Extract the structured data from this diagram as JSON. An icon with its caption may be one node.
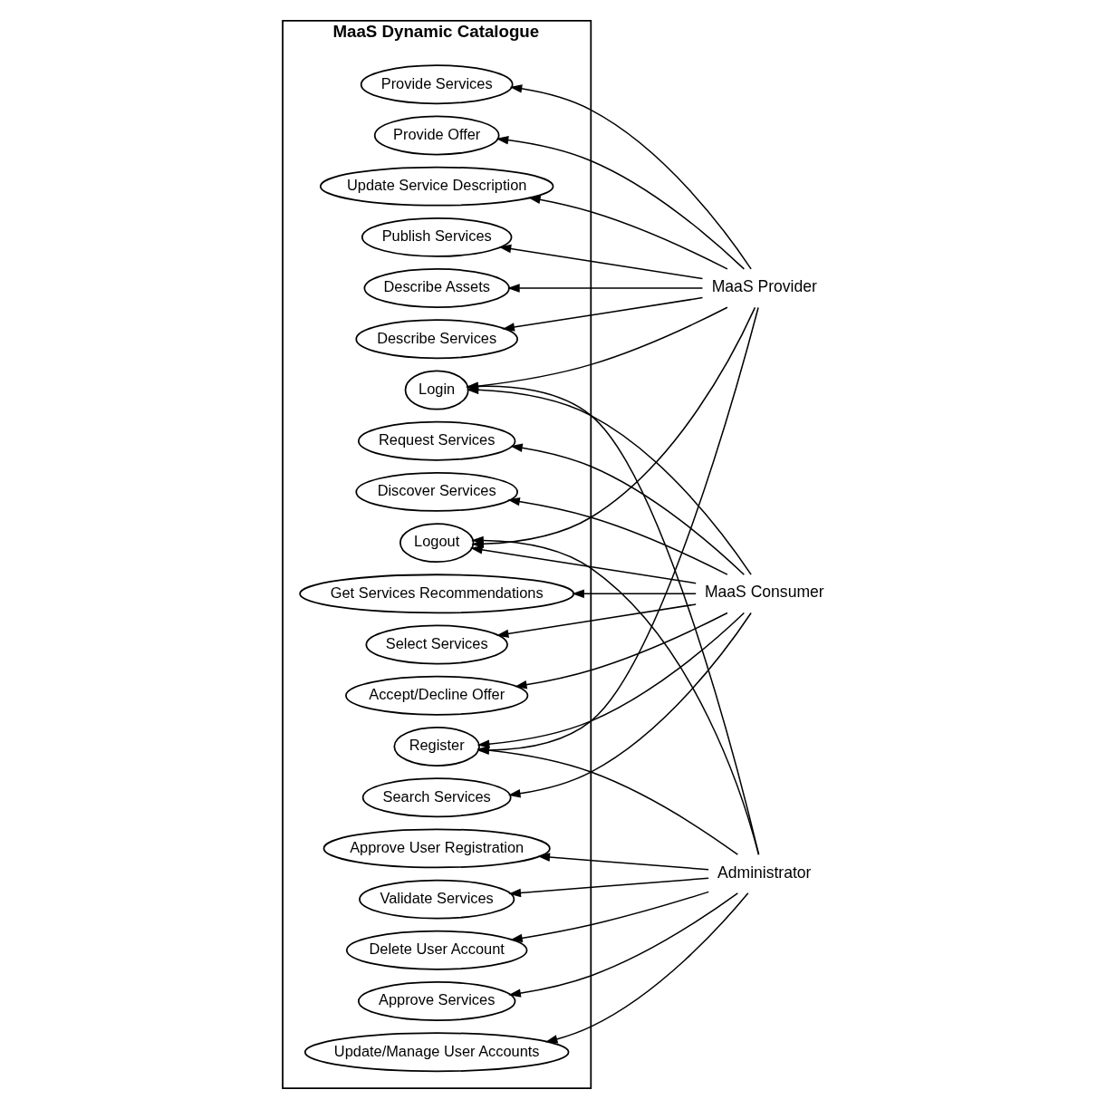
{
  "diagram": {
    "nodes": [
      {
        "text": [
          "MaaS Dynamic Catalogue"
        ]
      },
      {
        "text": [
          "Describe Assets"
        ],
        "in": 0
      },
      {
        "text": [
          "Discover Services"
        ],
        "in": 0
      },
      {
        "text": [
          "Get Services Recommendations"
        ],
        "in": 0
      },
      {
        "text": [
          "Select Services"
        ],
        "in": 0
      },
      {
        "text": [
          "Describe Services"
        ],
        "in": 0
      },
      {
        "text": [
          "Accept/Decline Offer"
        ],
        "in": 0
      },
      {
        "text": [
          "Provide Services"
        ],
        "in": 0
      },
      {
        "text": [
          "Search Services"
        ],
        "in": 0
      },
      {
        "text": [
          "Request Services"
        ],
        "in": 0
      },
      {
        "text": [
          "Provide Offer"
        ],
        "in": 0
      },
      {
        "text": [
          "Update Service Description"
        ],
        "in": 0
      },
      {
        "text": [
          "Login"
        ],
        "in": 0
      },
      {
        "text": [
          "Logout"
        ],
        "in": 0
      },
      {
        "text": [
          "Publish Services"
        ],
        "in": 0
      },
      {
        "text": [
          "Register"
        ],
        "in": 0
      },
      {
        "text": [
          "Approve User Registration"
        ],
        "in": 0
      },
      {
        "text": [
          "Validate Services"
        ],
        "in": 0
      },
      {
        "text": [
          "Delete User Account"
        ],
        "in": 0
      },
      {
        "text": [
          "Approve Services"
        ],
        "in": 0
      },
      {
        "text": [
          "Update/Manage User Accounts"
        ],
        "in": 0
      },
      {
        "text": [
          "MaaS Provider"
        ]
      },
      {
        "text": [
          "MaaS Consumer"
        ]
      },
      {
        "text": [
          "Administrator"
        ]
      }
    ],
    "edges": [
      {
        "from": 21,
        "to": 1,
        "arrow": "to"
      },
      {
        "from": 21,
        "to": 5,
        "arrow": "to"
      },
      {
        "from": 21,
        "to": 7,
        "arrow": "to"
      },
      {
        "from": 21,
        "to": 10,
        "arrow": "to"
      },
      {
        "from": 21,
        "to": 11,
        "arrow": "to"
      },
      {
        "from": 21,
        "to": 12,
        "arrow": "to"
      },
      {
        "from": 21,
        "to": 13,
        "arrow": "to"
      },
      {
        "from": 21,
        "to": 15,
        "arrow": "to"
      },
      {
        "from": 21,
        "to": 14,
        "arrow": "to"
      },
      {
        "from": 22,
        "to": 3,
        "arrow": "to"
      },
      {
        "from": 22,
        "to": 2,
        "arrow": "to"
      },
      {
        "from": 22,
        "to": 4,
        "arrow": "to"
      },
      {
        "from": 22,
        "to": 6,
        "arrow": "to"
      },
      {
        "from": 22,
        "to": 8,
        "arrow": "to"
      },
      {
        "from": 22,
        "to": 9,
        "arrow": "to"
      },
      {
        "from": 22,
        "to": 12,
        "arrow": "to"
      },
      {
        "from": 22,
        "to": 13,
        "arrow": "to"
      },
      {
        "from": 22,
        "to": 15,
        "arrow": "to"
      },
      {
        "from": 23,
        "to": 12,
        "arrow": "to"
      },
      {
        "from": 23,
        "to": 13,
        "arrow": "to"
      },
      {
        "from": 23,
        "to": 15,
        "arrow": "to"
      },
      {
        "from": 23,
        "to": 16,
        "arrow": "to"
      },
      {
        "from": 23,
        "to": 17,
        "arrow": "to"
      },
      {
        "from": 23,
        "to": 19,
        "arrow": "to"
      },
      {
        "from": 23,
        "to": 18,
        "arrow": "to"
      },
      {
        "from": 23,
        "to": 20,
        "arrow": "to"
      }
    ]
  }
}
